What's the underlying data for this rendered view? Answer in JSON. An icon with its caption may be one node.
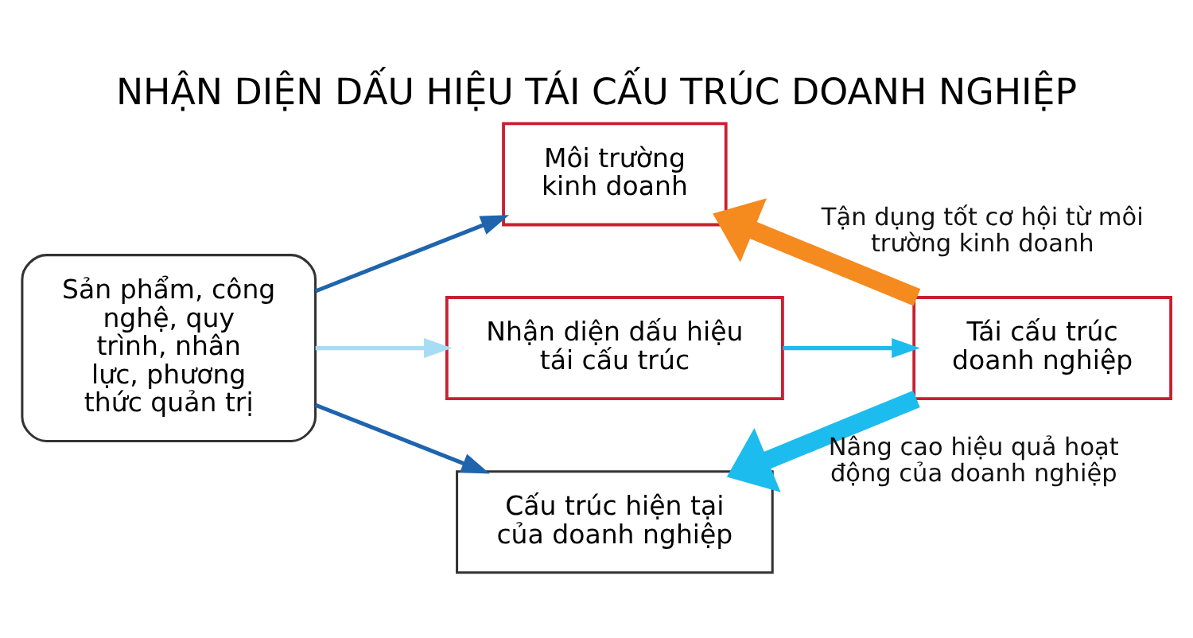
{
  "diagram": {
    "title": "NHẬN DIỆN DẤU HIỆU TÁI CẤU TRÚC DOANH NGHIỆP",
    "nodes": [
      {
        "text": [
          "Sản phẩm, công nghệ, quy trình, nhân lực, phương thức quản trị"
        ]
      },
      {
        "text": [
          "Môi trường kinh doanh"
        ]
      },
      {
        "text": [
          "Nhận diện dấu hiệu tái cấu trúc"
        ]
      },
      {
        "text": [
          "Tái cấu trúc doanh nghiệp"
        ]
      },
      {
        "text": [
          "Cấu trúc hiện tại của doanh nghiệp"
        ]
      }
    ],
    "edges": [
      {
        "from": 0,
        "to": 1,
        "arrow": "to",
        "color": "#1f64ad"
      },
      {
        "from": 0,
        "to": 2,
        "arrow": "to",
        "color": "#a8dcf5"
      },
      {
        "from": 2,
        "to": 3,
        "arrow": "to",
        "color": "#1dbcee"
      },
      {
        "from": 3,
        "to": 1,
        "arrow": "to",
        "label": "Tận dụng tốt cơ hội từ môi trường kinh doanh",
        "style": "thick",
        "color": "#f58a1f"
      },
      {
        "from": 3,
        "to": 4,
        "arrow": "to",
        "label": "Nâng cao hiệu quả hoạt động của doanh nghiệp",
        "style": "thick",
        "color": "#1dbcee"
      },
      {
        "from": 0,
        "to": 4,
        "arrow": "to",
        "color": "#1f64ad"
      }
    ]
  }
}
